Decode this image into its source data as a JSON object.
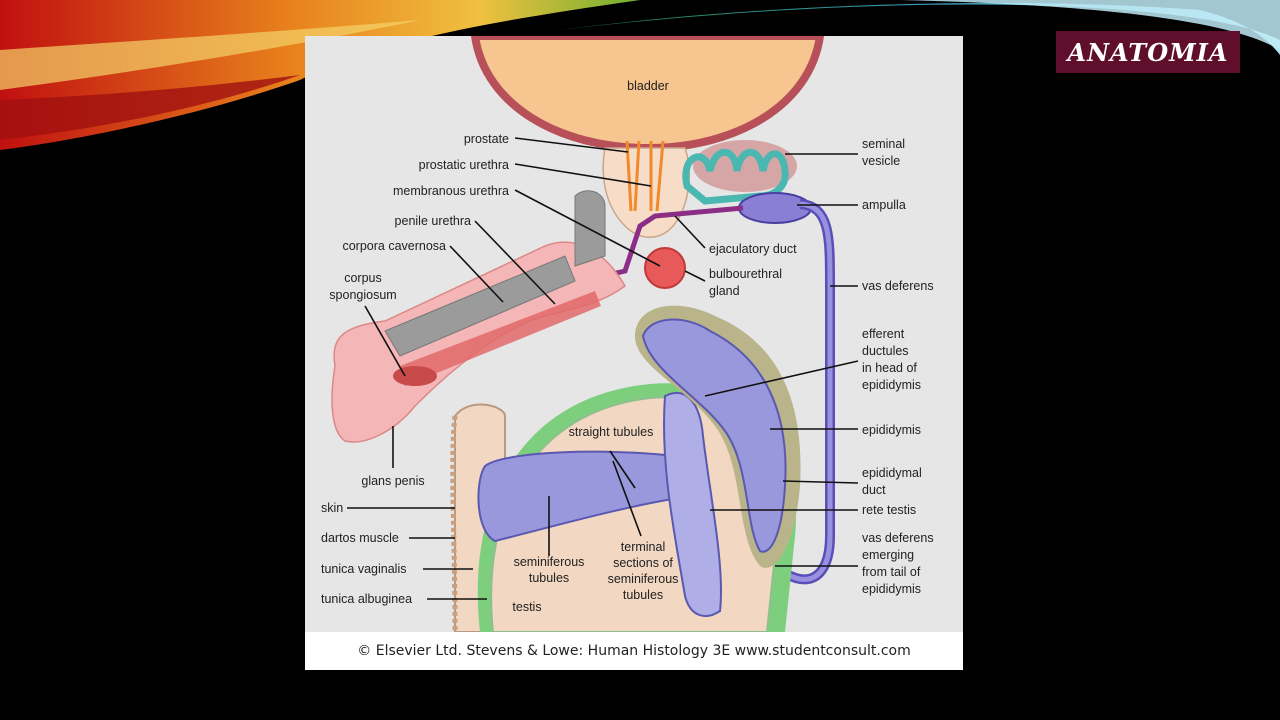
{
  "slide": {
    "title": "ANATOMIA"
  },
  "figure": {
    "credit": "© Elsevier Ltd. Stevens & Lowe: Human Histology 3E    www.studentconsult.com",
    "labels": {
      "bladder": "bladder",
      "prostate": "prostate",
      "prostatic_urethra": "prostatic urethra",
      "membranous_urethra": "membranous urethra",
      "penile_urethra": "penile urethra",
      "corpora_cavernosa": "corpora cavernosa",
      "corpus_spongiosum_1": "corpus",
      "corpus_spongiosum_2": "spongiosum",
      "glans_penis": "glans penis",
      "skin": "skin",
      "dartos_muscle": "dartos muscle",
      "tunica_vaginalis": "tunica vaginalis",
      "tunica_albuginea": "tunica albuginea",
      "testis": "testis",
      "straight_tubules": "straight tubules",
      "seminiferous_tubules_1": "seminiferous",
      "seminiferous_tubules_2": "tubules",
      "terminal_sections_1": "terminal",
      "terminal_sections_2": "sections of",
      "terminal_sections_3": "seminiferous",
      "terminal_sections_4": "tubules",
      "seminal_vesicle_1": "seminal",
      "seminal_vesicle_2": "vesicle",
      "ampulla": "ampulla",
      "ejaculatory_duct": "ejaculatory duct",
      "bulbourethral_1": "bulbourethral",
      "bulbourethral_2": "gland",
      "vas_deferens": "vas deferens",
      "efferent_1": "efferent",
      "efferent_2": "ductules",
      "efferent_3": "in head of",
      "efferent_4": "epididymis",
      "epididymis": "epididymis",
      "epididymal_duct_1": "epididymal",
      "epididymal_duct_2": "duct",
      "rete_testis": "rete testis",
      "vas_emerging_1": "vas deferens",
      "vas_emerging_2": "emerging",
      "vas_emerging_3": "from tail of",
      "vas_emerging_4": "epididymis"
    }
  },
  "colors": {
    "title_bg": "#5f0f2b",
    "figure_bg": "#e6e6e6",
    "bladder": "#f7c590",
    "bladder_wall": "#b8505a",
    "vas": "#8a7fd4",
    "tubules": "#9a98dc",
    "urethra": "#8c2d86",
    "penis_pink": "#f4b6b6",
    "cavernosa": "#9b9b9b",
    "spongiosum": "#e26a6a",
    "tunica_vaginalis": "#7dcf7d",
    "seminal_vesicle": "#6fc7c2"
  }
}
